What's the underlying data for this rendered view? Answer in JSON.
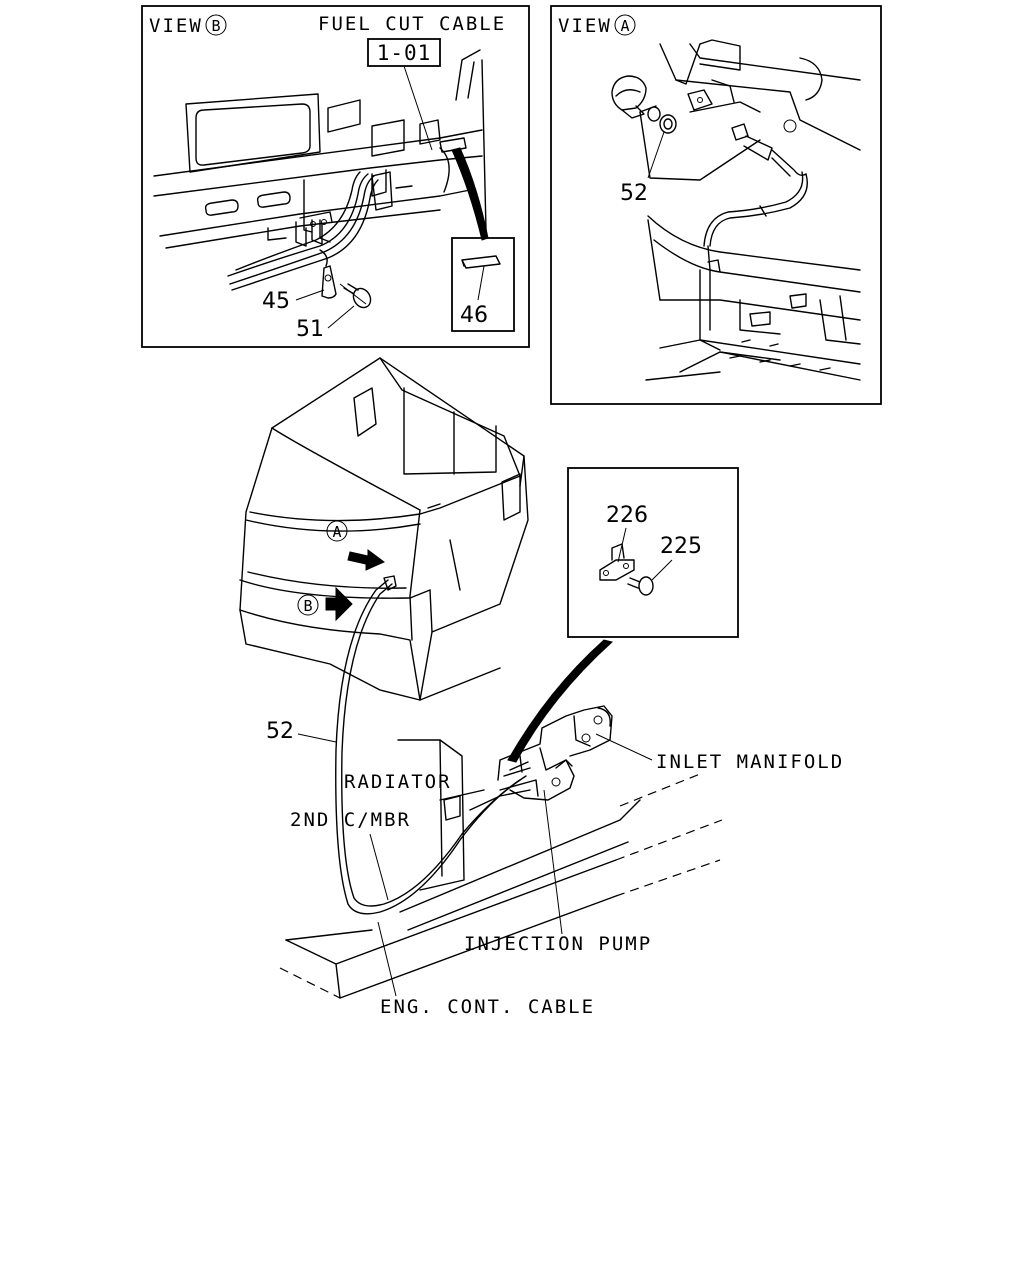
{
  "view_b": {
    "view_label": "VIEW",
    "view_letter": "B",
    "title": "FUEL CUT CABLE",
    "ref_code": "1-01",
    "parts": {
      "clip": "45",
      "bolt": "51",
      "grommet": "46"
    }
  },
  "view_a": {
    "view_label": "VIEW",
    "view_letter": "A",
    "parts": {
      "cable": "52"
    }
  },
  "detail": {
    "parts": {
      "bracket": "226",
      "bolt": "225"
    }
  },
  "main": {
    "marker_a": "A",
    "marker_b": "B",
    "cable_part": "52",
    "labels": {
      "radiator": "RADIATOR",
      "second_crossmember": "2ND C/MBR",
      "inlet_manifold": "INLET MANIFOLD",
      "injection_pump": "INJECTION PUMP",
      "eng_cont_cable": "ENG. CONT. CABLE"
    }
  }
}
